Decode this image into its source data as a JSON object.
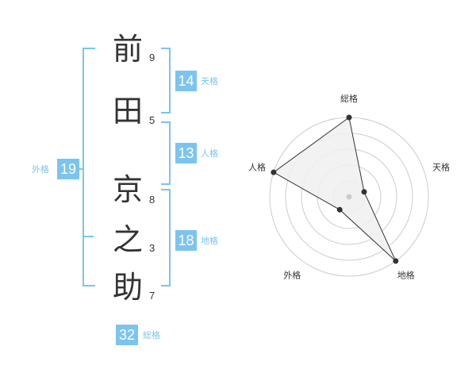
{
  "name": {
    "chars": [
      {
        "char": "前",
        "strokes": "9"
      },
      {
        "char": "田",
        "strokes": "5"
      },
      {
        "char": "京",
        "strokes": "8"
      },
      {
        "char": "之",
        "strokes": "3"
      },
      {
        "char": "助",
        "strokes": "7"
      }
    ]
  },
  "kakusu": {
    "tenkaku": {
      "value": "14",
      "label": "天格"
    },
    "jinkaku": {
      "value": "13",
      "label": "人格"
    },
    "chikaku": {
      "value": "18",
      "label": "地格"
    },
    "gaikaku": {
      "value": "19",
      "label": "外格"
    },
    "soukaku": {
      "value": "32",
      "label": "総格"
    }
  },
  "colors": {
    "accent": "#7cc4f0",
    "text": "#333333",
    "grid": "#cccccc",
    "area": "#f0f0f0"
  },
  "chart_data": {
    "type": "radar",
    "axes": [
      "総格",
      "天格",
      "地格",
      "外格",
      "人格"
    ],
    "values": [
      5,
      1,
      5,
      1,
      5
    ],
    "range": [
      0,
      5
    ],
    "rings": 5
  }
}
